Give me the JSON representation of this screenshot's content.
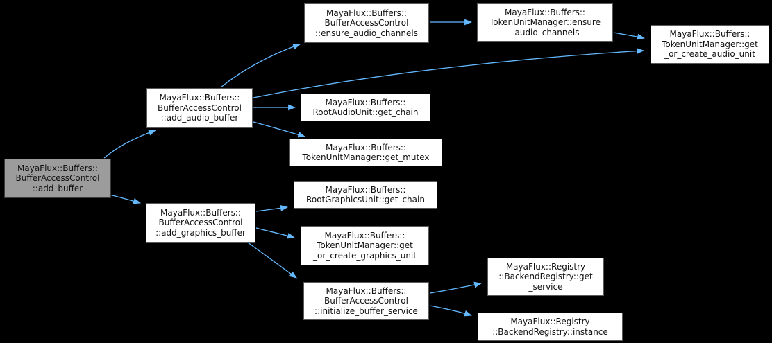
{
  "graph": {
    "type": "call-graph",
    "colors": {
      "background": "#000000",
      "edge": "#63b8ff",
      "node_fill": "#ffffff",
      "node_border": "#595959",
      "highlight_fill": "#9c9c9c",
      "highlight_border": "#3d3d3d",
      "text": "#111111"
    },
    "nodes": [
      {
        "id": "add_buffer",
        "label": "MayaFlux::Buffers::\nBufferAccessControl\n::add_buffer",
        "highlighted": true
      },
      {
        "id": "add_audio_buffer",
        "label": "MayaFlux::Buffers::\nBufferAccessControl\n::add_audio_buffer",
        "highlighted": false
      },
      {
        "id": "bac_ensure_audio_channels",
        "label": "MayaFlux::Buffers::\nBufferAccessControl\n::ensure_audio_channels",
        "highlighted": false
      },
      {
        "id": "tum_ensure_audio_channels",
        "label": "MayaFlux::Buffers::\nTokenUnitManager::ensure\n_audio_channels",
        "highlighted": false
      },
      {
        "id": "get_or_create_audio_unit",
        "label": "MayaFlux::Buffers::\nTokenUnitManager::get\n_or_create_audio_unit",
        "highlighted": false
      },
      {
        "id": "root_audio_get_chain",
        "label": "MayaFlux::Buffers::\nRootAudioUnit::get_chain",
        "highlighted": false
      },
      {
        "id": "get_mutex",
        "label": "MayaFlux::Buffers::\nTokenUnitManager::get_mutex",
        "highlighted": false
      },
      {
        "id": "add_graphics_buffer",
        "label": "MayaFlux::Buffers::\nBufferAccessControl\n::add_graphics_buffer",
        "highlighted": false
      },
      {
        "id": "root_graphics_get_chain",
        "label": "MayaFlux::Buffers::\nRootGraphicsUnit::get_chain",
        "highlighted": false
      },
      {
        "id": "get_or_create_graphics_unit",
        "label": "MayaFlux::Buffers::\nTokenUnitManager::get\n_or_create_graphics_unit",
        "highlighted": false
      },
      {
        "id": "initialize_buffer_service",
        "label": "MayaFlux::Buffers::\nBufferAccessControl\n::initialize_buffer_service",
        "highlighted": false
      },
      {
        "id": "registry_get_service",
        "label": "MayaFlux::Registry\n::BackendRegistry::get\n_service",
        "highlighted": false
      },
      {
        "id": "registry_instance",
        "label": "MayaFlux::Registry\n::BackendRegistry::instance",
        "highlighted": false
      }
    ],
    "edges": [
      {
        "from": "add_buffer",
        "to": "add_audio_buffer"
      },
      {
        "from": "add_buffer",
        "to": "add_graphics_buffer"
      },
      {
        "from": "add_audio_buffer",
        "to": "bac_ensure_audio_channels"
      },
      {
        "from": "add_audio_buffer",
        "to": "get_or_create_audio_unit"
      },
      {
        "from": "add_audio_buffer",
        "to": "root_audio_get_chain"
      },
      {
        "from": "add_audio_buffer",
        "to": "get_mutex"
      },
      {
        "from": "bac_ensure_audio_channels",
        "to": "tum_ensure_audio_channels"
      },
      {
        "from": "tum_ensure_audio_channels",
        "to": "get_or_create_audio_unit"
      },
      {
        "from": "add_graphics_buffer",
        "to": "root_graphics_get_chain"
      },
      {
        "from": "add_graphics_buffer",
        "to": "get_or_create_graphics_unit"
      },
      {
        "from": "add_graphics_buffer",
        "to": "initialize_buffer_service"
      },
      {
        "from": "initialize_buffer_service",
        "to": "registry_get_service"
      },
      {
        "from": "initialize_buffer_service",
        "to": "registry_instance"
      }
    ]
  }
}
